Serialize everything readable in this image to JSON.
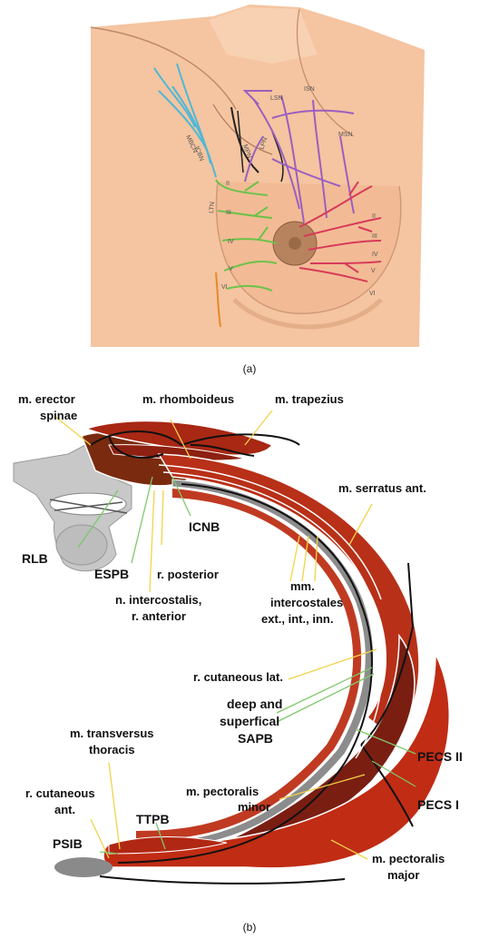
{
  "panel_a": {
    "caption": "(a)",
    "nerve_labels": {
      "mbcn": "MBCN",
      "icbn": "ICBN",
      "lsn": "LSN",
      "isn": "ISN",
      "msn": "MSN",
      "mpn": "MPN",
      "lpn": "LPN",
      "ltn": "LTN"
    },
    "dermatomes_left": [
      "II",
      "III",
      "IV",
      "V",
      "VI"
    ],
    "dermatomes_right": [
      "II",
      "III",
      "IV",
      "V",
      "VI"
    ]
  },
  "panel_b": {
    "caption": "(b)",
    "labels": {
      "erector_1": "m. erector",
      "erector_2": "spinae",
      "rhomboideus": "m. rhomboideus",
      "trapezius": "m. trapezius",
      "serratus": "m. serratus ant.",
      "icnb": "ICNB",
      "rlb": "RLB",
      "espb": "ESPB",
      "r_posterior": "r. posterior",
      "n_intercostalis_1": "n. intercostalis,",
      "n_intercostalis_2": "r. anterior",
      "intercostales_1": "mm.",
      "intercostales_2": "intercostales",
      "intercostales_3": "ext., int., inn.",
      "cut_lat": "r. cutaneous lat.",
      "sapb_1": "deep and",
      "sapb_2": "superfical",
      "sapb_3": "SAPB",
      "pecs2": "PECS II",
      "pecs1": "PECS I",
      "transversus_1": "m. transversus",
      "transversus_2": "thoracis",
      "cut_ant_1": "r. cutaneous",
      "cut_ant_2": "ant.",
      "pect_minor_1": "m. pectoralis",
      "pect_minor_2": "minor",
      "pect_major_1": "m. pectoralis",
      "pect_major_2": "major",
      "ttpb": "TTPB",
      "psib": "PSIB"
    }
  }
}
